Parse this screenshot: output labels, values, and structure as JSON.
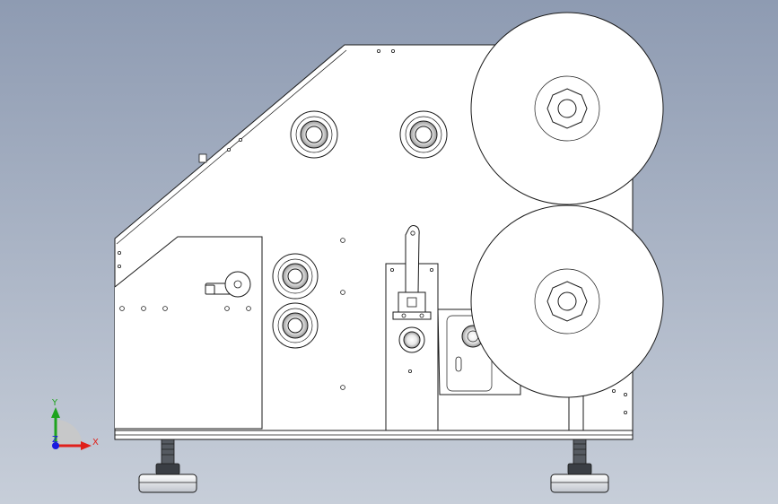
{
  "viewport": {
    "background_top": "#8e9bb2",
    "background_bottom": "#c7ced9"
  },
  "triad": {
    "x_label": "X",
    "y_label": "Y",
    "z_label": "Z",
    "x_color": "#e0201a",
    "y_color": "#1ea31e",
    "z_color": "#1a1ae0"
  },
  "parts": {
    "rollers": [
      "upper-reel",
      "lower-reel"
    ],
    "bearings": [
      "bearing-top-left",
      "bearing-top-right",
      "bearing-mid-upper",
      "bearing-mid-lower",
      "bearing-center"
    ],
    "feet": [
      "foot-left",
      "foot-right"
    ]
  }
}
